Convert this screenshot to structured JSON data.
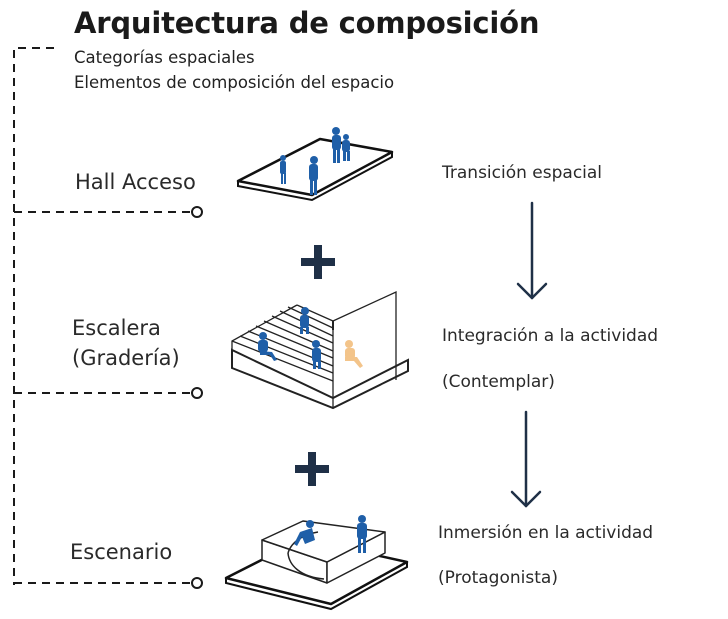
{
  "title": "Arquitectura de composición",
  "subtitles": [
    "Categorías espaciales",
    "Elementos de composición del espacio"
  ],
  "stages": [
    {
      "label": "Hall Acceso",
      "description": "Transición espacial"
    },
    {
      "label_lines": [
        "Escalera",
        "(Gradería)"
      ],
      "description_lines": [
        "Integración a la actividad",
        "(Contemplar)"
      ]
    },
    {
      "label": "Escenario",
      "description_lines": [
        "Inmersión en la actividad",
        "(Protagonista)"
      ]
    }
  ],
  "colors": {
    "text": "#2a2a2a",
    "figure_blue": "#1f5fa8",
    "figure_highlight": "#f3c48a",
    "connector": "#1a1a1a",
    "arrow": "#1f3047",
    "plus": "#1f3047"
  },
  "icons": [
    "plus-icon",
    "arrow-down-icon",
    "person-icon"
  ]
}
